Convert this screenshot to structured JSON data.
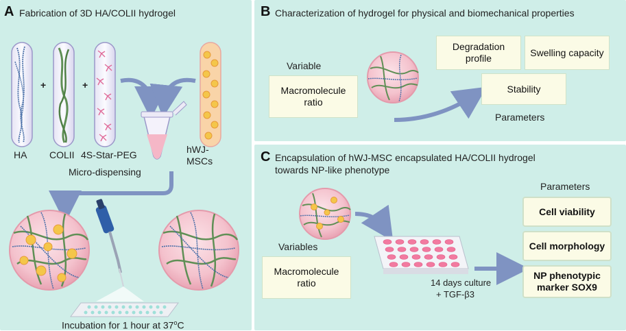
{
  "panel_a": {
    "letter": "A",
    "title": "Fabrication of 3D HA/COLII hydrogel",
    "tubes": [
      "HA",
      "COLII",
      "4S-Star-PEG"
    ],
    "cells_line1": "hWJ-",
    "cells_line2": "MSCs",
    "plus": "+",
    "micro_dispensing": "Micro-dispensing",
    "incubation_prefix": "Incubation for 1 hour at 37",
    "incubation_sup": "o",
    "incubation_suffix": "C"
  },
  "panel_b": {
    "letter": "B",
    "title": "Characterization of hydrogel for physical and biomechanical properties",
    "variable_label": "Variable",
    "variable_box": "Macromolecule ratio",
    "params": [
      "Degradation profile",
      "Swelling capacity",
      "Stability"
    ],
    "params_label": "Parameters"
  },
  "panel_c": {
    "letter": "C",
    "title_line1": "Encapsulation of hWJ-MSC encapsulated HA/COLII hydrogel",
    "title_line2": "towards NP-like phenotype",
    "variables_label": "Variables",
    "variable_box": "Macromolecule ratio",
    "culture_line1": "14 days culture",
    "culture_line2": "+ TGF-β3",
    "params_label": "Parameters",
    "params": [
      "Cell viability",
      "Cell morphology",
      "NP phenotypic marker SOX9"
    ]
  },
  "colors": {
    "panel_bg": "#cfeee8",
    "box_bg": "#fbfbe6",
    "arrow": "#7f93c2",
    "sphere": "#f2b6c3",
    "fiber_green": "#5f8f55",
    "fiber_blue": "#4a6fa8",
    "fiber_pink": "#e06a98",
    "cell": "#f4c64a"
  }
}
